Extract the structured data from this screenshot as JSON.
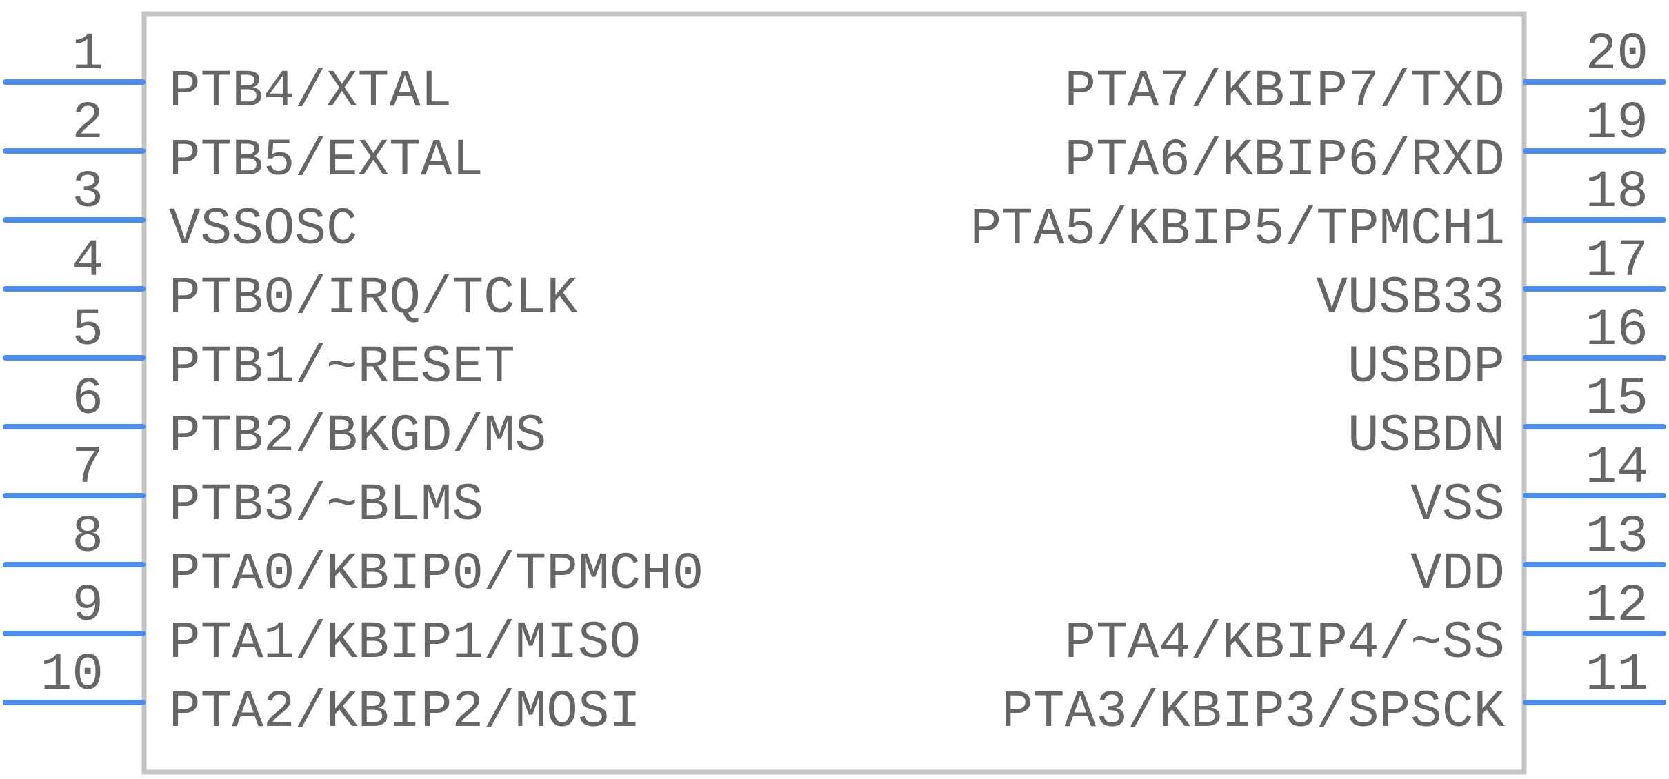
{
  "colors": {
    "pin_line": "#4a8cef",
    "body_outline": "#c4c4c4",
    "text": "#666666"
  },
  "left_pins": [
    {
      "number": "1",
      "label": "PTB4/XTAL"
    },
    {
      "number": "2",
      "label": "PTB5/EXTAL"
    },
    {
      "number": "3",
      "label": "VSSOSC"
    },
    {
      "number": "4",
      "label": "PTB0/IRQ/TCLK"
    },
    {
      "number": "5",
      "label": "PTB1/~RESET"
    },
    {
      "number": "6",
      "label": "PTB2/BKGD/MS"
    },
    {
      "number": "7",
      "label": "PTB3/~BLMS"
    },
    {
      "number": "8",
      "label": "PTA0/KBIP0/TPMCH0"
    },
    {
      "number": "9",
      "label": "PTA1/KBIP1/MISO"
    },
    {
      "number": "10",
      "label": "PTA2/KBIP2/MOSI"
    }
  ],
  "right_pins": [
    {
      "number": "20",
      "label": "PTA7/KBIP7/TXD"
    },
    {
      "number": "19",
      "label": "PTA6/KBIP6/RXD"
    },
    {
      "number": "18",
      "label": "PTA5/KBIP5/TPMCH1"
    },
    {
      "number": "17",
      "label": "VUSB33"
    },
    {
      "number": "16",
      "label": "USBDP"
    },
    {
      "number": "15",
      "label": "USBDN"
    },
    {
      "number": "14",
      "label": "VSS"
    },
    {
      "number": "13",
      "label": "VDD"
    },
    {
      "number": "12",
      "label": "PTA4/KBIP4/~SS"
    },
    {
      "number": "11",
      "label": "PTA3/KBIP3/SPSCK"
    }
  ]
}
